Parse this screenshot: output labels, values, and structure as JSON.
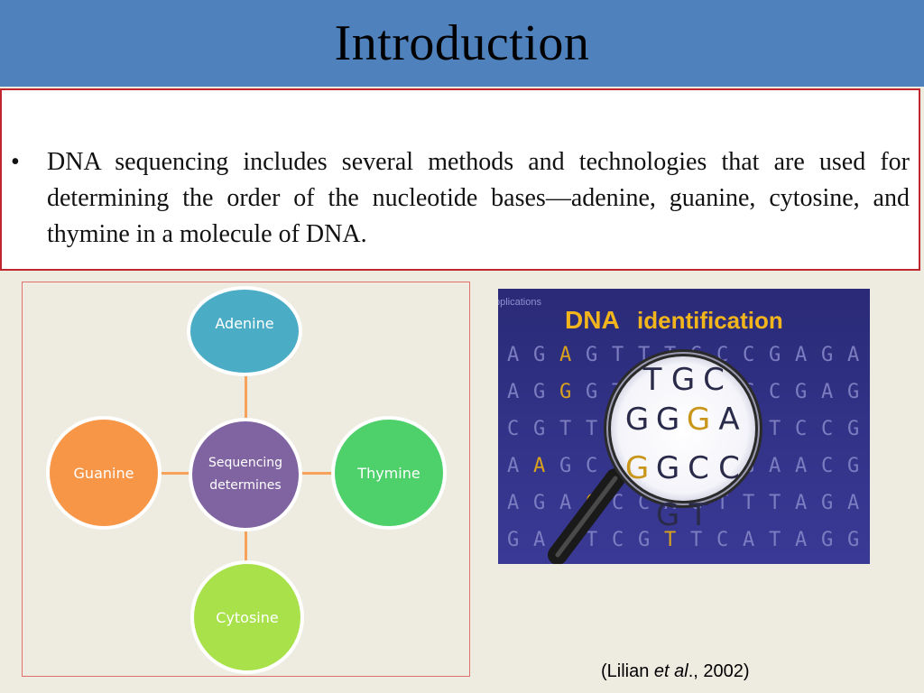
{
  "slide": {
    "title": "Introduction",
    "bullet_marker": "•",
    "bullet_text": "DNA sequencing includes several methods and technologies that are used for determining the order of the nucleotide bases—adenine, guanine, cytosine, and thymine in a molecule of DNA."
  },
  "diagram": {
    "center_line1": "Sequencing",
    "center_line2": "determines",
    "top": "Adenine",
    "right": "Thymine",
    "bottom": "Cytosine",
    "left": "Guanine",
    "colors": {
      "center": "#8064a2",
      "top": "#4bacc6",
      "right": "#4ed16b",
      "bottom": "#a8e14a",
      "left": "#f79646",
      "connector": "#f7a25a"
    }
  },
  "image": {
    "corner_label": "pplications",
    "title_dna": "DNA",
    "title_rest": "identification",
    "grid_rows": [
      "AGAGTTTGCCGAGA",
      "AGGGTACTGCCGAG",
      "CGTTGGGGAATCCG",
      "AAGCTGGCCGAACG",
      "AGAGCCAGTTTAGA",
      "GAGTCGTTCATAGG"
    ],
    "lens_rows": [
      "TGC",
      "GGGA",
      "GGCC",
      "GT"
    ]
  },
  "citation": {
    "author": "(Lilian ",
    "etal": "et al",
    "rest": "., 2002)"
  }
}
